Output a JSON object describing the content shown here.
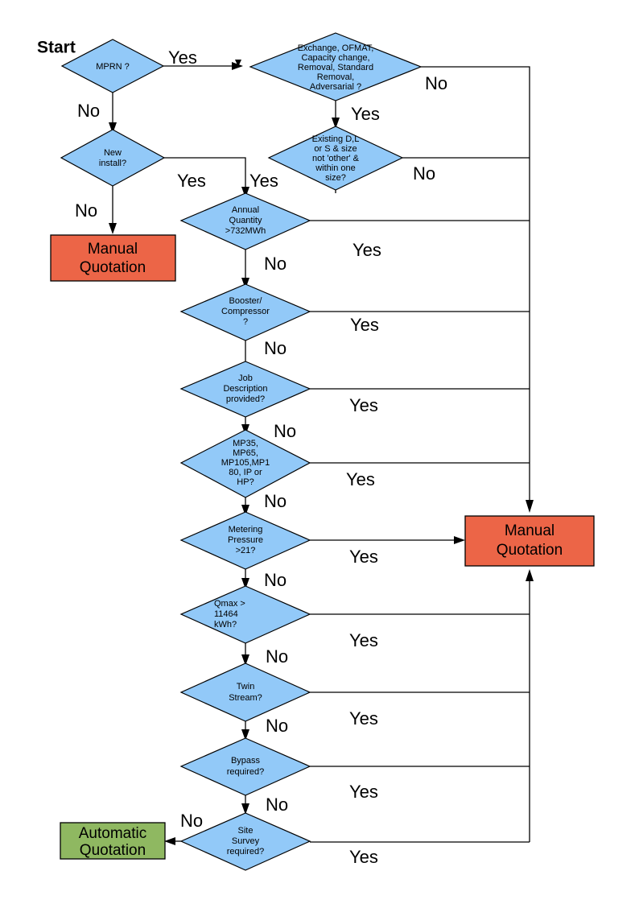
{
  "diagram": {
    "title_label": "Start",
    "colors": {
      "decision_fill": "#92c9f8",
      "manual_fill": "#ec6547",
      "automatic_fill": "#8fb861",
      "line": "#000000",
      "background": "#ffffff"
    },
    "nodes": {
      "mprn": {
        "lines": [
          "MPRN ?"
        ]
      },
      "exchange": {
        "lines": [
          "Exchange, OFMAT,",
          "Capacity change,",
          "Removal, Standard",
          "Removal,",
          "Adversarial ?"
        ]
      },
      "new_install": {
        "lines": [
          "New",
          "install?"
        ]
      },
      "existing": {
        "lines": [
          "Existing D,L",
          "or S & size",
          "not 'other' &",
          "within one",
          "size?"
        ]
      },
      "annual_quantity": {
        "lines": [
          "Annual",
          "Quantity",
          ">732MWh"
        ]
      },
      "booster": {
        "lines": [
          "Booster/",
          "Compressor",
          "?"
        ]
      },
      "job_description": {
        "lines": [
          "Job",
          "Description",
          "provided?"
        ]
      },
      "mp_types": {
        "lines": [
          "MP35,",
          "MP65,",
          "MP105,MP1",
          "80, IP or",
          "HP?"
        ]
      },
      "metering_pressure": {
        "lines": [
          "Metering",
          "Pressure",
          ">21?"
        ]
      },
      "qmax": {
        "lines": [
          "Qmax >",
          "11464",
          "kWh?"
        ]
      },
      "twin_stream": {
        "lines": [
          "Twin",
          "Stream?"
        ]
      },
      "bypass": {
        "lines": [
          "Bypass",
          "required?"
        ]
      },
      "site_survey": {
        "lines": [
          "Site",
          "Survey",
          "required?"
        ]
      },
      "manual_quotation_left": {
        "lines": [
          "Manual",
          "Quotation"
        ]
      },
      "manual_quotation_right": {
        "lines": [
          "Manual",
          "Quotation"
        ]
      },
      "automatic_quotation": {
        "lines": [
          "Automatic",
          "Quotation"
        ]
      }
    },
    "edge_labels": {
      "mprn_yes": "Yes",
      "mprn_no": "No",
      "exchange_no": "No",
      "exchange_yes": "Yes",
      "new_install_yes": "Yes",
      "new_install_no": "No",
      "existing_no": "No",
      "existing_yes": "Yes",
      "annual_quantity_yes": "Yes",
      "annual_quantity_no": "No",
      "booster_yes": "Yes",
      "booster_no": "No",
      "job_description_yes": "Yes",
      "job_description_no": "No",
      "mp_types_yes": "Yes",
      "mp_types_no": "No",
      "metering_pressure_yes": "Yes",
      "metering_pressure_no": "No",
      "qmax_yes": "Yes",
      "qmax_no": "No",
      "twin_stream_yes": "Yes",
      "twin_stream_no": "No",
      "bypass_yes": "Yes",
      "bypass_no": "No",
      "site_survey_yes": "Yes",
      "site_survey_no": "No"
    }
  }
}
